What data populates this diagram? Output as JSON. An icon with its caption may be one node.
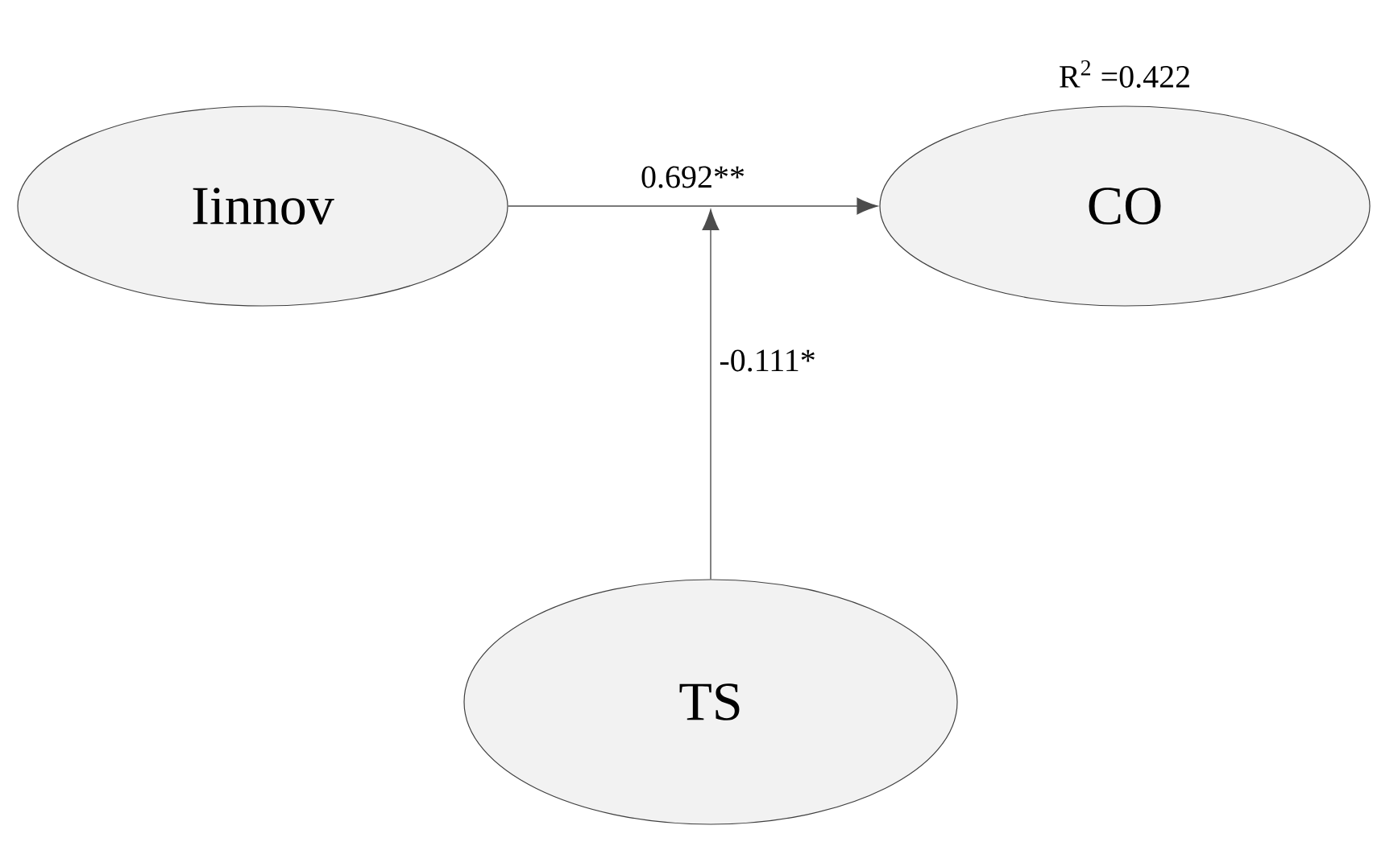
{
  "diagram": {
    "nodes": [
      {
        "text": [
          "Iinnov"
        ]
      },
      {
        "text": [
          "CO"
        ],
        "beside": [
          "R$^{2}$ =0.422"
        ]
      },
      {
        "text": [
          "TS"
        ]
      }
    ],
    "edges": [
      {
        "from": 0,
        "to": 1,
        "arrow": "to",
        "label": "0.692**"
      },
      {
        "from": 2,
        "to": null,
        "arrow": "to",
        "label": "-0.111*"
      }
    ]
  }
}
